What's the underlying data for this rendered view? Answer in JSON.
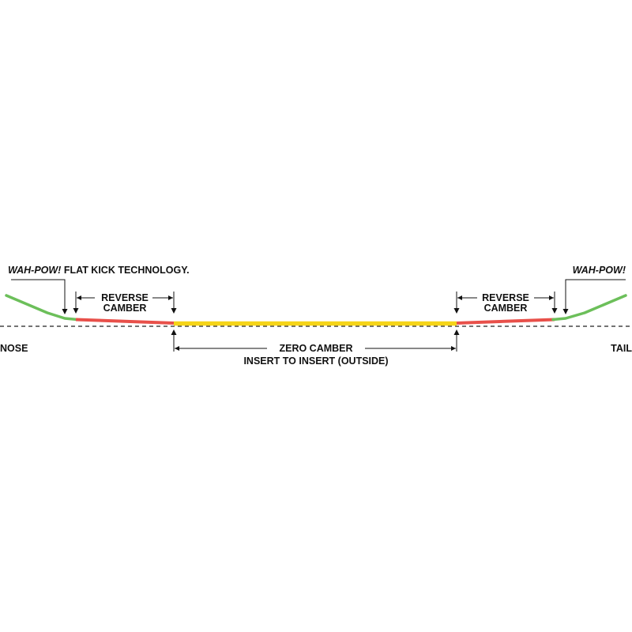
{
  "labels": {
    "wah_pow_left_italic": "WAH-POW!",
    "wah_pow_left_rest": " FLAT KICK TECHNOLOGY.",
    "wah_pow_right": "WAH-POW!",
    "reverse_left_line1": "REVERSE",
    "reverse_left_line2": "CAMBER",
    "reverse_right_line1": "REVERSE",
    "reverse_right_line2": "CAMBER",
    "zero_camber": "ZERO CAMBER",
    "insert_to_insert": "INSERT TO INSERT (OUTSIDE)",
    "nose": "NOSE",
    "tail": "TAIL"
  },
  "colors": {
    "flat_kick": "#6cbf5a",
    "reverse_camber": "#e8504a",
    "zero_camber": "#f5d418",
    "baseline": "#222222",
    "text": "#111111"
  }
}
